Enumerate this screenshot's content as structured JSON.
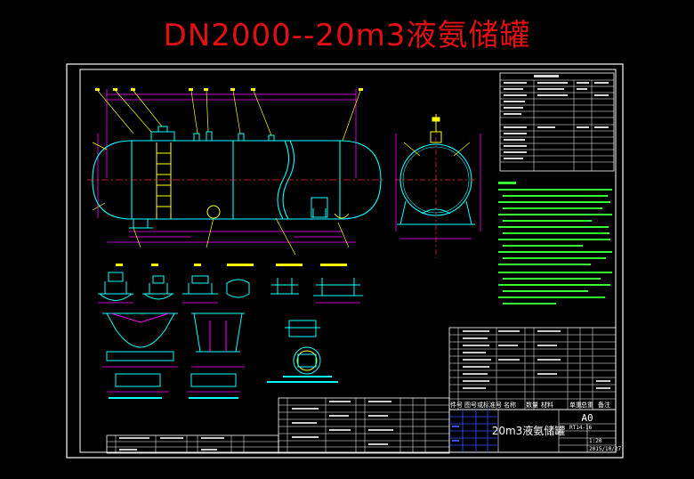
{
  "drawing": {
    "title": "DN2000--20m3液氨储罐",
    "title_block": {
      "name": "20m3液氨储罐",
      "size": "A0",
      "drawing_no": "RT14-16",
      "scale_text": "1:20",
      "date": "2015/10/27"
    },
    "parts_table_header": [
      "件号",
      "图号或标准号",
      "名称",
      "数量",
      "材料",
      "单重",
      "总重",
      "备注"
    ],
    "colors": {
      "background": "#000000",
      "title": "#e21010",
      "frame": "#ffffff",
      "vessel": "#00ffff",
      "dimension": "#ff00ff",
      "leader": "#ffff00",
      "part": "#ffff00",
      "table_text": "#ffffff",
      "highlight": "#00ff00",
      "blue": "#3050ff"
    }
  }
}
